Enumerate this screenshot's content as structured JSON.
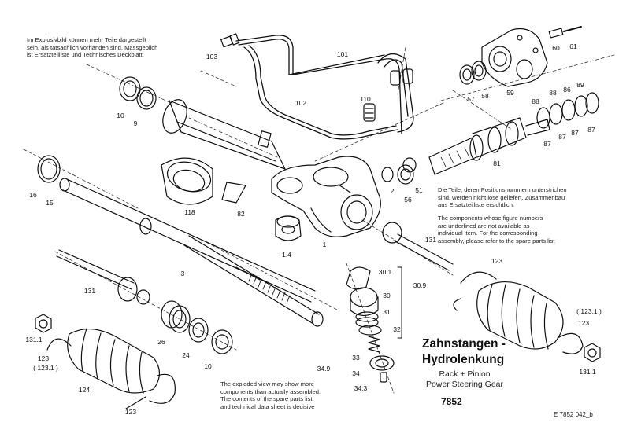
{
  "notes": {
    "de_top": "Im Explosivbild können mehr Teile dargestellt\nsein, als tatsächlich vorhanden sind. Massgeblich\nist Ersatzteilliste und Technisches Deckblatt.",
    "de_right": "Die Teile, deren Positionsnummern unterstrichen\nsind, werden nicht lose geliefert. Zusammenbau\naus Ersatzteilliste ersichtlich.",
    "en_right": "The components whose figure numbers\nare underlined are not available as\nindividual item. For the corresponding\nassembly, please refer to the spare parts list",
    "en_bottom": "The exploded view may show more\ncomponents than actually assembled.\nThe contents of the spare parts list\nand technical data sheet is decisive"
  },
  "title": {
    "de_line1": "Zahnstangen -",
    "de_line2": "Hydrolenkung",
    "en_line1": "Rack + Pinion",
    "en_line2": "Power Steering Gear",
    "number": "7852"
  },
  "doc_ref": "E 7852 042_b",
  "part_labels": [
    {
      "text": "103",
      "underline": false
    },
    {
      "text": "101",
      "underline": false
    },
    {
      "text": "102",
      "underline": false
    },
    {
      "text": "110",
      "underline": false
    },
    {
      "text": "10",
      "underline": false
    },
    {
      "text": "9",
      "underline": false
    },
    {
      "text": "16",
      "underline": false
    },
    {
      "text": "15",
      "underline": false
    },
    {
      "text": "118",
      "underline": false
    },
    {
      "text": "82",
      "underline": false
    },
    {
      "text": "1.4",
      "underline": false
    },
    {
      "text": "1",
      "underline": false
    },
    {
      "text": "2",
      "underline": false
    },
    {
      "text": "56",
      "underline": false
    },
    {
      "text": "51",
      "underline": false
    },
    {
      "text": "3",
      "underline": false
    },
    {
      "text": "131",
      "underline": false
    },
    {
      "text": "131",
      "underline": false
    },
    {
      "text": "26",
      "underline": false
    },
    {
      "text": "24",
      "underline": false
    },
    {
      "text": "10",
      "underline": false
    },
    {
      "text": "131.1",
      "underline": false
    },
    {
      "text": "123",
      "underline": false
    },
    {
      "text": "( 123.1 )",
      "underline": false
    },
    {
      "text": "124",
      "underline": false
    },
    {
      "text": "123",
      "underline": false
    },
    {
      "text": "30.1",
      "underline": false
    },
    {
      "text": "30",
      "underline": false
    },
    {
      "text": "31",
      "underline": false
    },
    {
      "text": "32",
      "underline": false
    },
    {
      "text": "30.9",
      "underline": false
    },
    {
      "text": "33",
      "underline": false
    },
    {
      "text": "34",
      "underline": false
    },
    {
      "text": "34.3",
      "underline": false
    },
    {
      "text": "34.9",
      "underline": false
    },
    {
      "text": "123",
      "underline": false
    },
    {
      "text": "( 123.1 )",
      "underline": false
    },
    {
      "text": "123",
      "underline": false
    },
    {
      "text": "131.1",
      "underline": false
    },
    {
      "text": "60",
      "underline": false
    },
    {
      "text": "61",
      "underline": false
    },
    {
      "text": "57",
      "underline": false
    },
    {
      "text": "58",
      "underline": false
    },
    {
      "text": "59",
      "underline": false
    },
    {
      "text": "88",
      "underline": false
    },
    {
      "text": "88",
      "underline": false
    },
    {
      "text": "86",
      "underline": false
    },
    {
      "text": "89",
      "underline": false
    },
    {
      "text": "87",
      "underline": false
    },
    {
      "text": "87",
      "underline": false
    },
    {
      "text": "87",
      "underline": false
    },
    {
      "text": "87",
      "underline": false
    },
    {
      "text": "81",
      "underline": true
    }
  ]
}
